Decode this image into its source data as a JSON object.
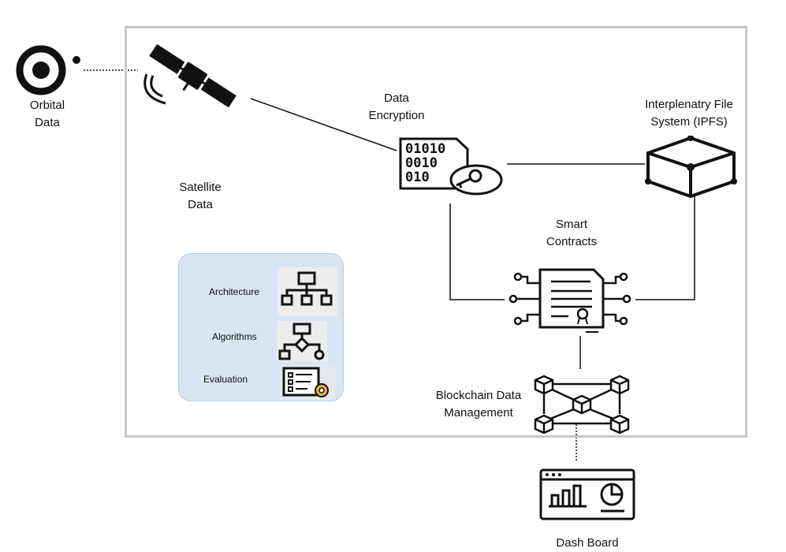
{
  "labels": {
    "orbital": [
      "Orbital",
      "Data"
    ],
    "satellite": [
      "Satellite",
      "Data"
    ],
    "encryption": [
      "Data",
      "Encryption"
    ],
    "ipfs": [
      "Interplenatry File",
      "System (IPFS)"
    ],
    "contracts": [
      "Smart",
      "Contracts"
    ],
    "blockchain": [
      "Blockchain Data",
      "Management"
    ],
    "dashboard": "Dash Board"
  },
  "panel": {
    "items": [
      {
        "label": "Architecture",
        "icon": "hierarchy-icon"
      },
      {
        "label": "Algorithms",
        "icon": "flowchart-icon"
      },
      {
        "label": "Evaluation",
        "icon": "checklist-gear-icon"
      }
    ]
  },
  "encryption_icon": {
    "bits": [
      "01010",
      "0010",
      "010"
    ]
  },
  "colors": {
    "frame": "#c8c8c8",
    "panel": "#d9e5f3",
    "ink": "#111111"
  }
}
